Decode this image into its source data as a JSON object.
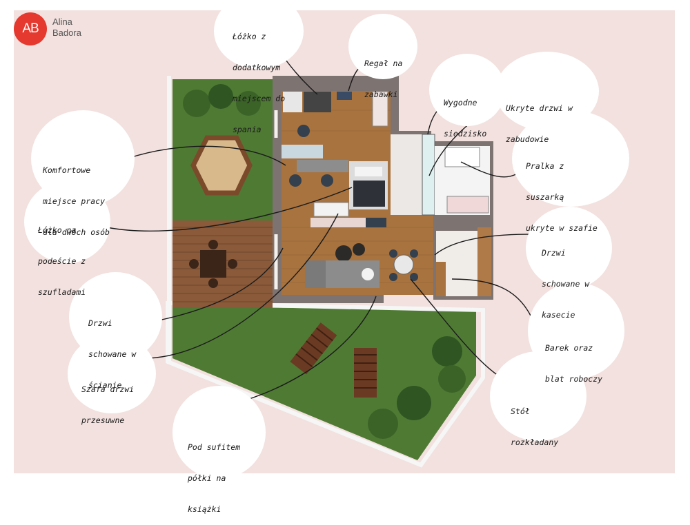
{
  "brand": {
    "monogram": "AB",
    "name_line1": "Alina",
    "name_line2": "Badora",
    "accent": "#e5382e"
  },
  "colors": {
    "background": "#f2e1de",
    "grass": "#4f7a34",
    "floor_wood": "#a8733f",
    "terrace_deck": "#8a5a3a",
    "walls": "#7d7371",
    "bubble": "#ffffff"
  },
  "labels": {
    "bed_extra": [
      "Łóżko z",
      "dodatkowym",
      "miejscem do",
      "spania"
    ],
    "toy_shelf": [
      "Regał na",
      "zabawki"
    ],
    "comfy_seat": [
      "Wygodne",
      "siedzisko"
    ],
    "hidden_door": [
      "Ukryte drzwi w",
      "zabudowie"
    ],
    "washer": [
      "Pralka z",
      "suszarką",
      "ukryte w szafie"
    ],
    "workspace": [
      "Komfortowe",
      "miejsce pracy",
      "dla dwóch osób"
    ],
    "platform_bed": [
      "Łóżko na",
      "podeście z",
      "szufladami"
    ],
    "pocket_door": [
      "Drzwi",
      "schowane w",
      "kasecie"
    ],
    "wall_door": [
      "Drzwi",
      "schowane w",
      "ścianie"
    ],
    "bar": [
      "Barek oraz",
      "blat roboczy"
    ],
    "wardrobe": [
      "Szafa drzwi",
      "przesuwne"
    ],
    "table": [
      "Stół",
      "rozkładany"
    ],
    "shelves": [
      "Pod sufitem",
      "półki na",
      "książki"
    ]
  }
}
